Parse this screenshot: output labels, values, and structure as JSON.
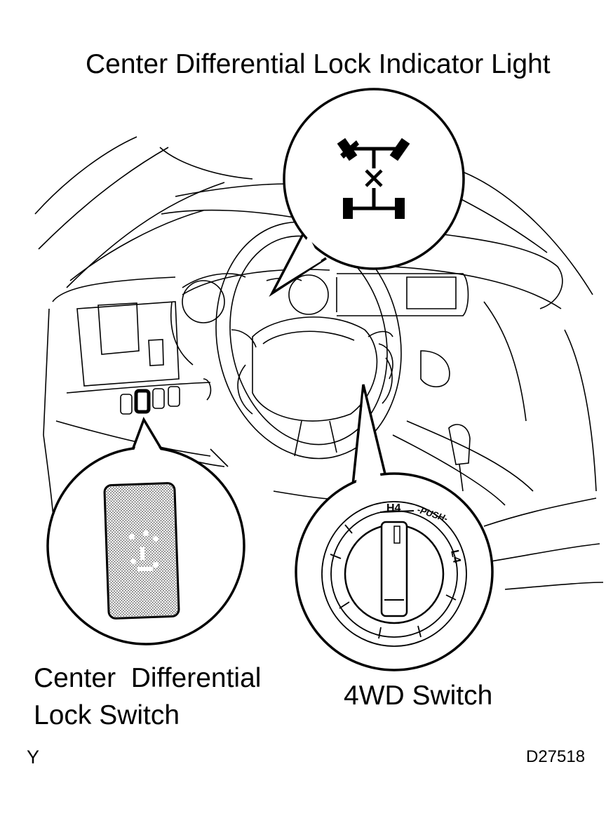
{
  "labels": {
    "indicator_light": "Center Differential Lock Indicator Light",
    "cdl_switch_line1": "Center  Differential",
    "cdl_switch_line2": "Lock Switch",
    "wd_switch": "4WD Switch",
    "corner_mark": "Y",
    "figure_id": "D27518"
  },
  "switch_dial": {
    "h4": "H4",
    "push": "-PUSH-",
    "l4": "L4"
  },
  "colors": {
    "line": "#000000",
    "background": "#ffffff",
    "switch_fill": "#bdbdbd"
  }
}
